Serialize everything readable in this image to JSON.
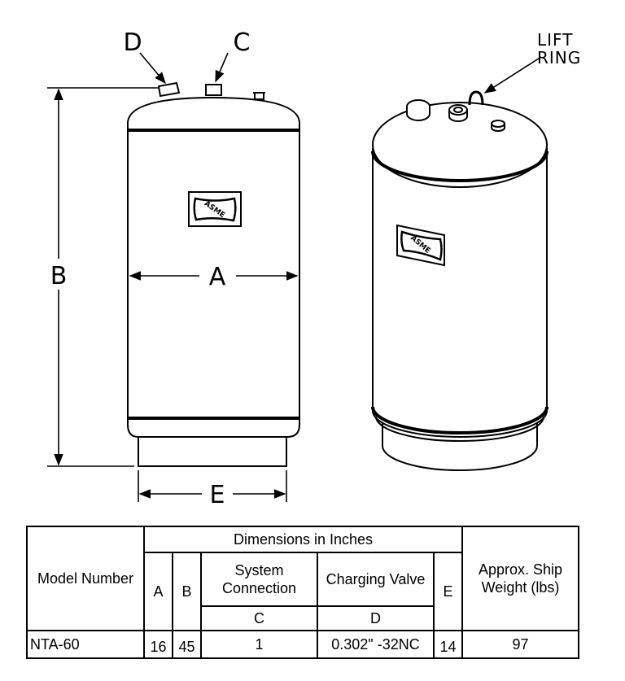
{
  "drawing": {
    "labels": {
      "b": "B",
      "a": "A",
      "e": "E",
      "d": "D",
      "c": "C",
      "lift_ring_line1": "LIFT",
      "lift_ring_line2": "RING"
    },
    "logo_text": "ASME"
  },
  "table": {
    "header_group": "Dimensions in Inches",
    "col_model": "Model Number",
    "col_a": "A",
    "col_b": "B",
    "col_system_connection": "System Connection",
    "col_charging_valve": "Charging Valve",
    "col_e": "E",
    "col_weight": "Approx. Ship Weight (lbs)",
    "sub_c": "C",
    "sub_d": "D",
    "row": {
      "model": "NTA-60",
      "a": "16",
      "b": "45",
      "system_connection": "1",
      "charging_valve": "0.302\" -32NC",
      "e": "14",
      "weight": "97"
    }
  }
}
